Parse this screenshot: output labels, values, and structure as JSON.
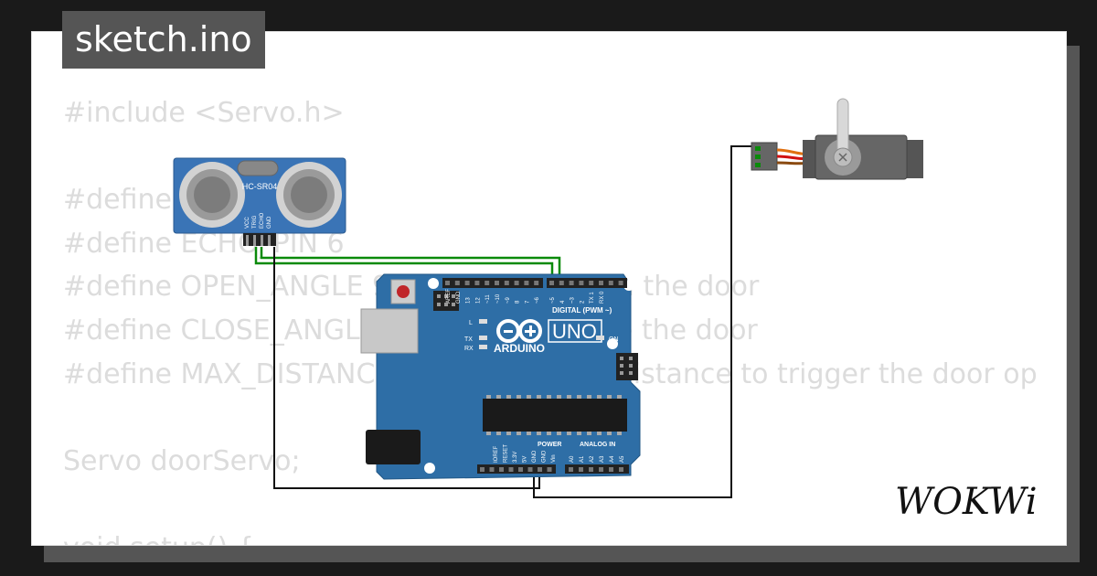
{
  "tab": {
    "filename": "sketch.ino"
  },
  "code_lines": [
    "#include <Servo.h>",
    "",
    "#define TRIG_PIN 7",
    "#define ECHO_PIN 6",
    "#define OPEN_ANGLE 90 // Angle to open the door",
    "#define CLOSE_ANGLE 0 // Angle to close the door",
    "#define MAX_DISTANCE 20 // Maximum distance to trigger the door op",
    "",
    "Servo doorServo;",
    "",
    "void setup() {"
  ],
  "sensor": {
    "label": "HC-SR04",
    "pins": [
      "VCC",
      "TRIG",
      "ECHO",
      "GND"
    ]
  },
  "arduino": {
    "brand": "ARDUINO",
    "model": "UNO",
    "digital_header": "DIGITAL (PWM ~)",
    "power_header": "POWER",
    "analog_header": "ANALOG IN",
    "digital_pins": [
      "AREF",
      "GND",
      "13",
      "12",
      "~11",
      "~10",
      "~9",
      "8",
      "7",
      "~6",
      "~5",
      "4",
      "~3",
      "2",
      "TX 1",
      "RX 0"
    ],
    "power_pins": [
      "IOREF",
      "RESET",
      "3.3V",
      "5V",
      "GND",
      "GND",
      "Vin"
    ],
    "analog_pins": [
      "A0",
      "A1",
      "A2",
      "A3",
      "A4",
      "A5"
    ],
    "leds": {
      "l": "L",
      "tx": "TX",
      "rx": "RX",
      "on": "ON"
    }
  },
  "logo": {
    "text": "WOKWi"
  },
  "colors": {
    "board": "#2e6ea6",
    "wire_green": "#0a8a0a",
    "wire_black": "#111111",
    "code_text": "#dcdcdc",
    "tab_bg": "#555555"
  }
}
